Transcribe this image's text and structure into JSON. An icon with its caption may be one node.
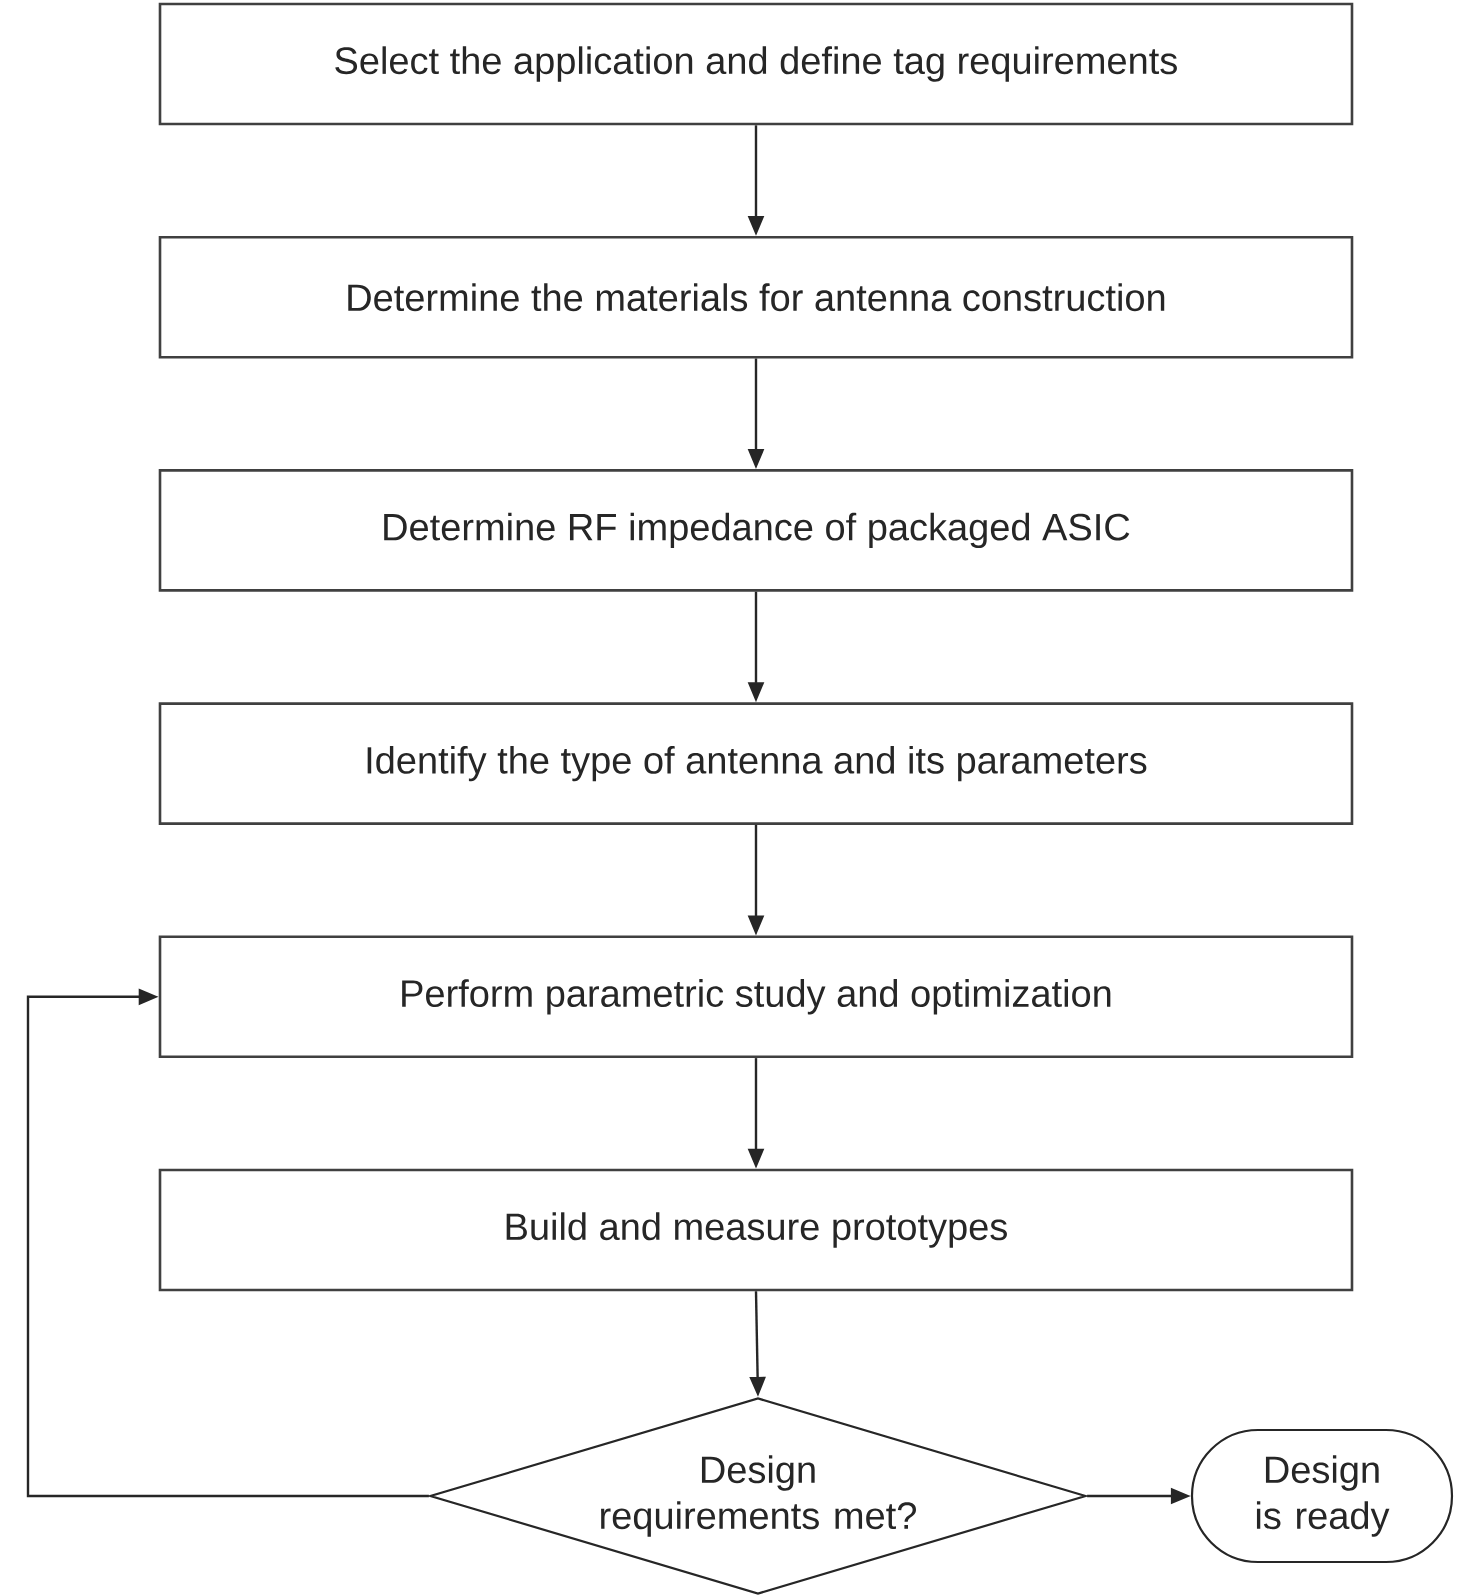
{
  "diagram": {
    "nodes": [
      {
        "text": [
          "Select the application and define tag requirements"
        ]
      },
      {
        "text": [
          "Determine the materials for antenna construction"
        ]
      },
      {
        "text": [
          "Determine RF impedance of packaged ASIC"
        ]
      },
      {
        "text": [
          "Identify the type of antenna and its parameters"
        ]
      },
      {
        "text": [
          "Perform parametric study and optimization"
        ]
      },
      {
        "text": [
          "Build and measure prototypes"
        ]
      },
      {
        "text": [
          "Design requirements met?"
        ]
      },
      {
        "text": [
          "Design is ready"
        ]
      }
    ],
    "edges": [
      {
        "from": 0,
        "to": 1,
        "arrow": "to"
      },
      {
        "from": 1,
        "to": 2,
        "arrow": "to"
      },
      {
        "from": 2,
        "to": 3,
        "arrow": "to"
      },
      {
        "from": 3,
        "to": 4,
        "arrow": "to"
      },
      {
        "from": 4,
        "to": 5,
        "arrow": "to"
      },
      {
        "from": 5,
        "to": 6,
        "arrow": "to"
      },
      {
        "from": 6,
        "to": 7,
        "arrow": "to"
      },
      {
        "from": 6,
        "to": 4,
        "arrow": "to"
      }
    ]
  }
}
